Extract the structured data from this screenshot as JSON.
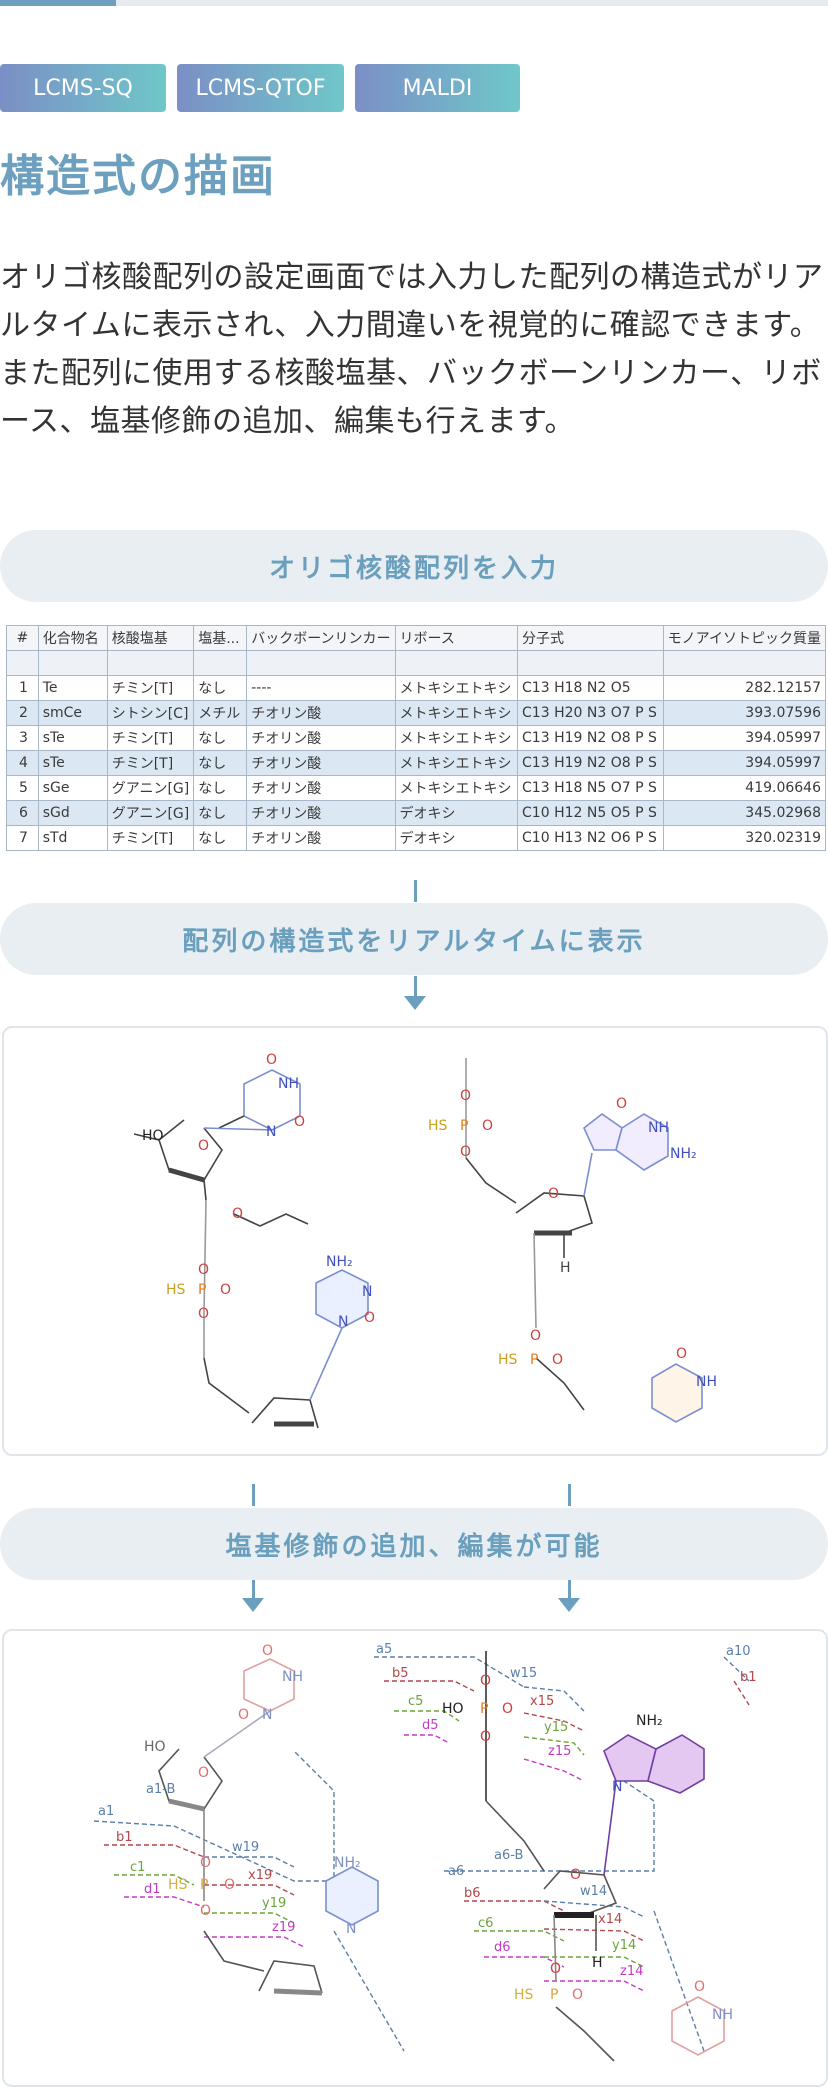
{
  "progress": {
    "fraction": 0.14,
    "fill_color": "#6f9fbf"
  },
  "tags": [
    "LCMS-SQ",
    "LCMS-QTOF",
    "MALDI"
  ],
  "title": "構造式の描画",
  "description": "オリゴ核酸配列の設定画面では入力した配列の構造式がリアルタイムに表示され、入力間違いを視覚的に確認できます。また配列に使用する核酸塩基、バックボーンリンカー、リボース、塩基修飾の追加、編集も行えます。",
  "steps": {
    "input": "オリゴ核酸配列を入力",
    "realtime": "配列の構造式をリアルタイムに表示",
    "edit": "塩基修飾の追加、編集が可能"
  },
  "table": {
    "columns": [
      "#",
      "化合物名",
      "核酸塩基",
      "塩基...",
      "バックボーンリンカー",
      "リボース",
      "分子式",
      "モノアイソトピック質量"
    ],
    "rows": [
      [
        "1",
        "Te",
        "チミン[T]",
        "なし",
        "----",
        "メトキシエトキシ",
        "C13 H18 N2 O5",
        "282.12157"
      ],
      [
        "2",
        "smCe",
        "シトシン[C]",
        "メチル",
        "チオリン酸",
        "メトキシエトキシ",
        "C13 H20 N3 O7 P S",
        "393.07596"
      ],
      [
        "3",
        "sTe",
        "チミン[T]",
        "なし",
        "チオリン酸",
        "メトキシエトキシ",
        "C13 H19 N2 O8 P S",
        "394.05997"
      ],
      [
        "4",
        "sTe",
        "チミン[T]",
        "なし",
        "チオリン酸",
        "メトキシエトキシ",
        "C13 H19 N2 O8 P S",
        "394.05997"
      ],
      [
        "5",
        "sGe",
        "グアニン[G]",
        "なし",
        "チオリン酸",
        "メトキシエトキシ",
        "C13 H18 N5 O7 P S",
        "419.06646"
      ],
      [
        "6",
        "sGd",
        "グアニン[G]",
        "なし",
        "チオリン酸",
        "デオキシ",
        "C10 H12 N5 O5 P S",
        "345.02968"
      ],
      [
        "7",
        "sTd",
        "チミン[T]",
        "なし",
        "チオリン酸",
        "デオキシ",
        "C10 H13 N2 O6 P S",
        "320.02319"
      ]
    ]
  },
  "structure1": {
    "atoms": {
      "O": "O",
      "NH": "NH",
      "N": "N",
      "HO": "HO",
      "HS": "HS",
      "P": "P",
      "NH2": "NH₂",
      "H": "H"
    }
  },
  "structure2": {
    "fragments": [
      "a5",
      "b5",
      "c5",
      "d5",
      "w15",
      "x15",
      "y15",
      "z15",
      "a10",
      "b1",
      "a1",
      "a1-B",
      "b1",
      "c1",
      "d1",
      "w19",
      "x19",
      "y19",
      "z19",
      "a6",
      "a6-B",
      "b6",
      "c6",
      "d6",
      "w14",
      "x14",
      "y14",
      "z14"
    ],
    "colors": {
      "a": "#5b7fa8",
      "b": "#b3474b",
      "c": "#6aa53a",
      "d": "#c13bc4",
      "w": "#5b7fa8",
      "x": "#b3474b",
      "y": "#6aa53a",
      "z": "#c13bc4"
    }
  }
}
